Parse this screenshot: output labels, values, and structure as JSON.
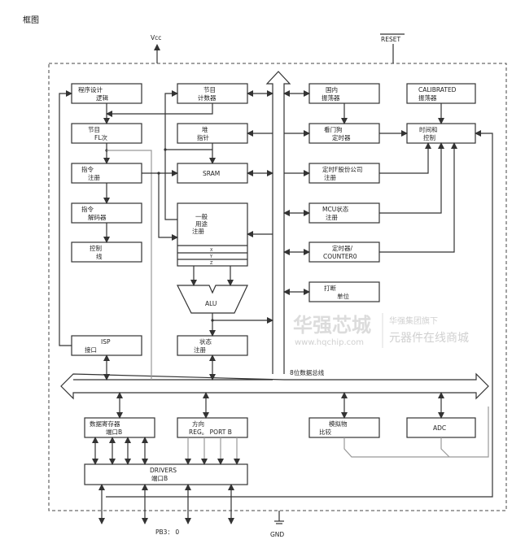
{
  "title": "框图",
  "pins": {
    "vcc": "Vcc",
    "reset": "RESET",
    "gnd": "GND",
    "port": "PB3： 0"
  },
  "bus_label": "8位数据总线",
  "blocks": {
    "prog_logic": [
      "程序设计",
      "逻辑"
    ],
    "prog_counter": [
      "节目",
      "计数器"
    ],
    "prog_flash": [
      "节目",
      "FL次"
    ],
    "stack_pointer": [
      "堆",
      "指针"
    ],
    "instr_reg": [
      "指令",
      "注册"
    ],
    "sram": [
      "SRAM"
    ],
    "instr_decoder": [
      "指令",
      "解码器"
    ],
    "gp_regs": [
      "一般",
      "用途",
      "注册"
    ],
    "gp_rows": [
      "X",
      "Y",
      "Z"
    ],
    "control_lines": [
      "控制",
      "线"
    ],
    "alu": [
      "ALU"
    ],
    "isp": [
      "ISP",
      "接口"
    ],
    "status_reg": [
      "状态",
      "注册"
    ],
    "internal_osc": [
      "国内",
      "振荡器"
    ],
    "watchdog": [
      "看门狗",
      "定时器"
    ],
    "timer_reg": [
      "定时F股份公司",
      "注册"
    ],
    "mcu_status": [
      "MCU状态",
      "注册"
    ],
    "timer_counter": [
      "定时器/",
      "COUNTER0"
    ],
    "interrupt": [
      "打断",
      "单位"
    ],
    "calibrated_osc": [
      "CALIBRATED",
      "振荡器"
    ],
    "timing_control": [
      "时间和",
      "控制"
    ],
    "data_reg_port": [
      "数据寄存器",
      "端口B"
    ],
    "dir_reg_port": [
      "方向",
      "REG。 PORT B"
    ],
    "analog_comp": [
      "模拟物",
      "比较"
    ],
    "adc": [
      "ADC"
    ],
    "drivers": [
      "DRIVERS",
      "端口B"
    ]
  },
  "watermark": {
    "brand": "华强芯城",
    "url": "www.hqchip.com",
    "line1": "华强集团旗下",
    "line2": "元器件在线商城"
  }
}
